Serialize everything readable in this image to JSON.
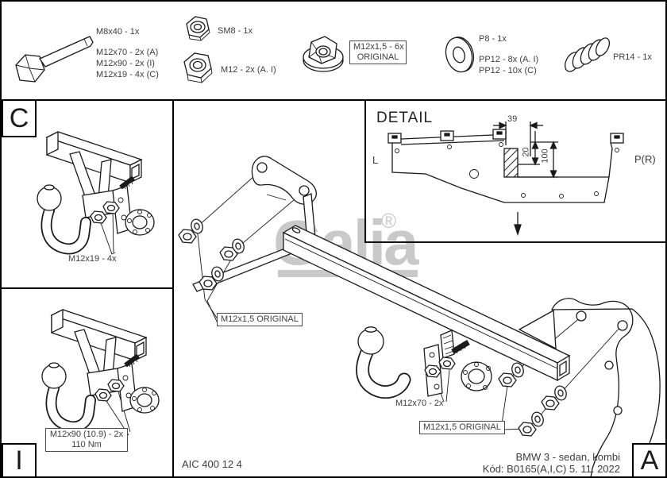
{
  "parts": {
    "bolt_label": "M8x40 - 1x",
    "bolt_variants": [
      "M12x70 - 2x (A)",
      "M12x90 - 2x (I)",
      "M12x19 - 4x (C)"
    ],
    "lock_nut_label": "SM8 - 1x",
    "nut_label": "M12 - 2x (A. I)",
    "flange_nut_label_line1": "M12x1,5 - 6x",
    "flange_nut_label_line2": "ORIGINAL",
    "washer_label": "P8 - 1x",
    "washer_variants": [
      "PP12 - 8x (A. I)",
      "PP12 - 10x (C)"
    ],
    "spring_label": "PR14 - 1x"
  },
  "detail_view": {
    "title": "DETAIL",
    "dim_width": "39",
    "dim_depth": "20",
    "dim_height": "100",
    "left_marker": "L",
    "right_marker": "P(R)"
  },
  "view_labels": {
    "top_left": "C",
    "bottom_left": "I",
    "bottom_right": "A"
  },
  "annotations": {
    "view_c_bolts": "M12x19 - 4x",
    "original_nut_left": "M12x1,5 ORIGINAL",
    "bolts_center": "M12x70 - 2x",
    "original_nut_right": "M12x1,5 ORIGINAL",
    "view_i_bolts_line1": "M12x90 (10.9) - 2x",
    "view_i_bolts_line2": "110 Nm"
  },
  "footer": {
    "drawing_number": "AIC 400 12 4",
    "vehicle": "BMW 3 - sedan, kombi",
    "code_line": "Kód: B0165(A,I,C)  5. 11. 2022"
  },
  "watermark": {
    "brand": "Galia",
    "registered_mark": "®"
  }
}
